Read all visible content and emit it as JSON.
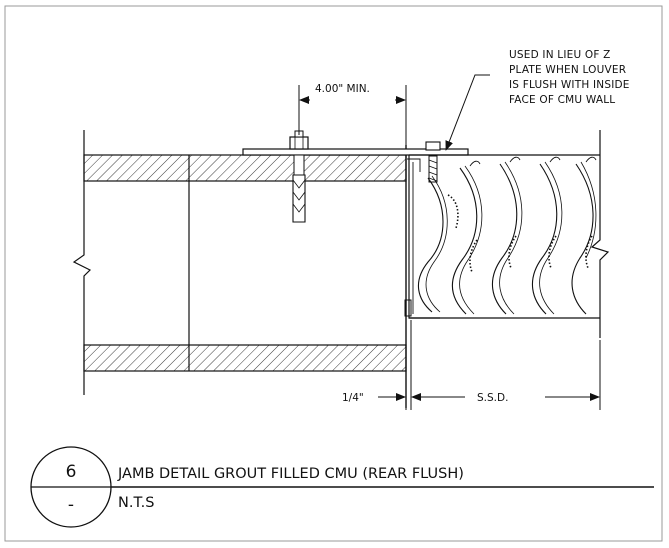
{
  "detail": {
    "number": "6",
    "sheet": "-",
    "title": "JAMB DETAIL GROUT FILLED CMU (REAR FLUSH)",
    "scale": "N.T.S"
  },
  "note": {
    "lines": [
      "USED IN LIEU OF Z",
      "PLATE WHEN LOUVER",
      "IS FLUSH WITH INSIDE",
      "FACE OF CMU WALL"
    ]
  },
  "dimensions": {
    "min_embed": "4.00\" MIN.",
    "gap": "1/4\"",
    "ssd": "S.S.D."
  }
}
